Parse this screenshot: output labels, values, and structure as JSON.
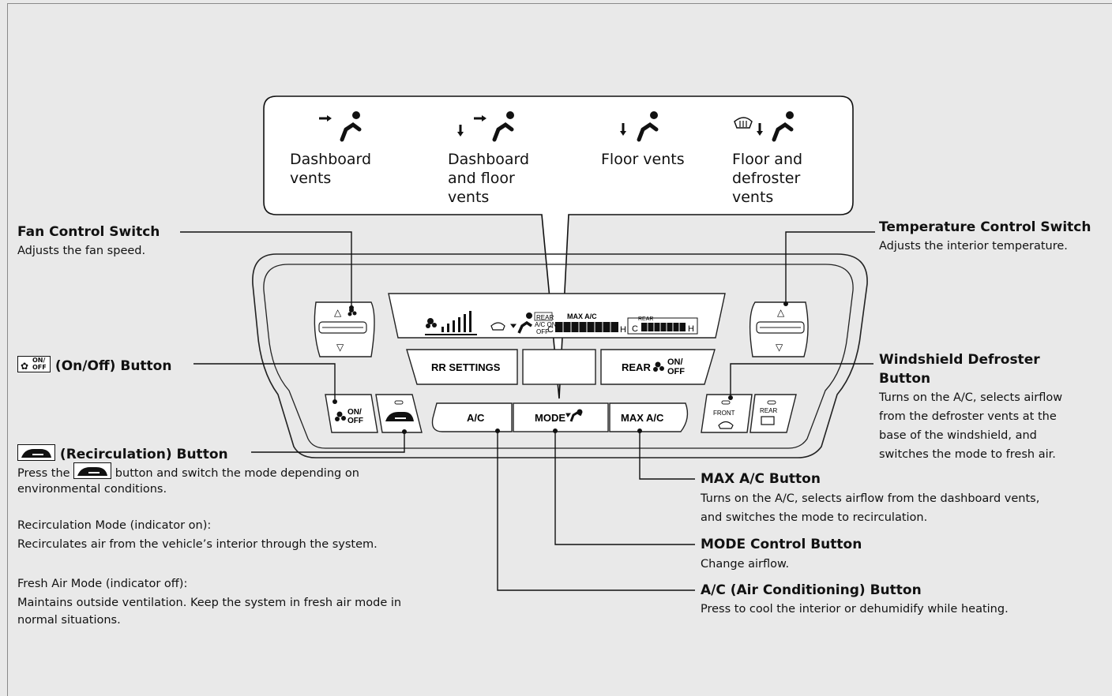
{
  "vent_modes": [
    {
      "label": "Dashboard\nvents",
      "icon": "dashboard-vent-icon"
    },
    {
      "label": "Dashboard\nand floor\nvents",
      "icon": "dashboard-floor-vent-icon"
    },
    {
      "label": "Floor vents",
      "icon": "floor-vent-icon"
    },
    {
      "label": "Floor and\ndefroster\nvents",
      "icon": "floor-defroster-vent-icon"
    }
  ],
  "callouts": {
    "fan_control": {
      "title": "Fan Control Switch",
      "desc": "Adjusts the fan speed."
    },
    "temp_control": {
      "title": "Temperature Control Switch",
      "desc": "Adjusts the interior temperature."
    },
    "onoff": {
      "icon_label": "ON/\nOFF",
      "title": "(On/Off) Button"
    },
    "recirc": {
      "title": "(Recirculation) Button",
      "desc_pre": "Press the",
      "desc_post": "button and switch the mode depending on",
      "desc_line2": "environmental conditions.",
      "mode1_title": "Recirculation Mode (indicator on):",
      "mode1_desc": "Recirculates air from the vehicle’s interior through the system.",
      "mode2_title": "Fresh Air Mode (indicator off):",
      "mode2_desc_1": "Maintains outside ventilation. Keep the system in fresh air mode in",
      "mode2_desc_2": "normal situations."
    },
    "windshield": {
      "title_1": "Windshield Defroster",
      "title_2": "Button",
      "desc": [
        "Turns on the A/C, selects airflow",
        "from the defroster vents at the",
        "base of the windshield, and",
        "switches the mode to fresh air."
      ]
    },
    "max_ac": {
      "title": "MAX A/C Button",
      "desc_1": "Turns on the A/C, selects airflow from the dashboard vents,",
      "desc_2": "and switches the mode to recirculation."
    },
    "mode": {
      "title": "MODE Control Button",
      "desc": "Change airflow."
    },
    "ac": {
      "title": "A/C (Air Conditioning) Button",
      "desc": "Press to cool the interior or dehumidify while heating."
    }
  },
  "panel": {
    "buttons": {
      "rr_settings": "RR SETTINGS",
      "rear_fan": "REAR",
      "rear_fan_onoff": "ON/\nOFF",
      "ac": "A/C",
      "mode": "MODE",
      "max_ac": "MAX A/C",
      "front": "FRONT",
      "rear": "REAR",
      "onoff": "ON/\nOFF"
    },
    "display": {
      "rear_box": "REAR",
      "ac_on": "A/C ON",
      "off": "OFF",
      "max_ac": "MAX A/C",
      "c": "C",
      "h": "H",
      "rear_c": "C",
      "rear_h": "H",
      "rear_tag": "REAR"
    }
  },
  "colors": {
    "background": "#e9e9e9",
    "line": "#111111",
    "panel_fill": "#ffffff"
  }
}
